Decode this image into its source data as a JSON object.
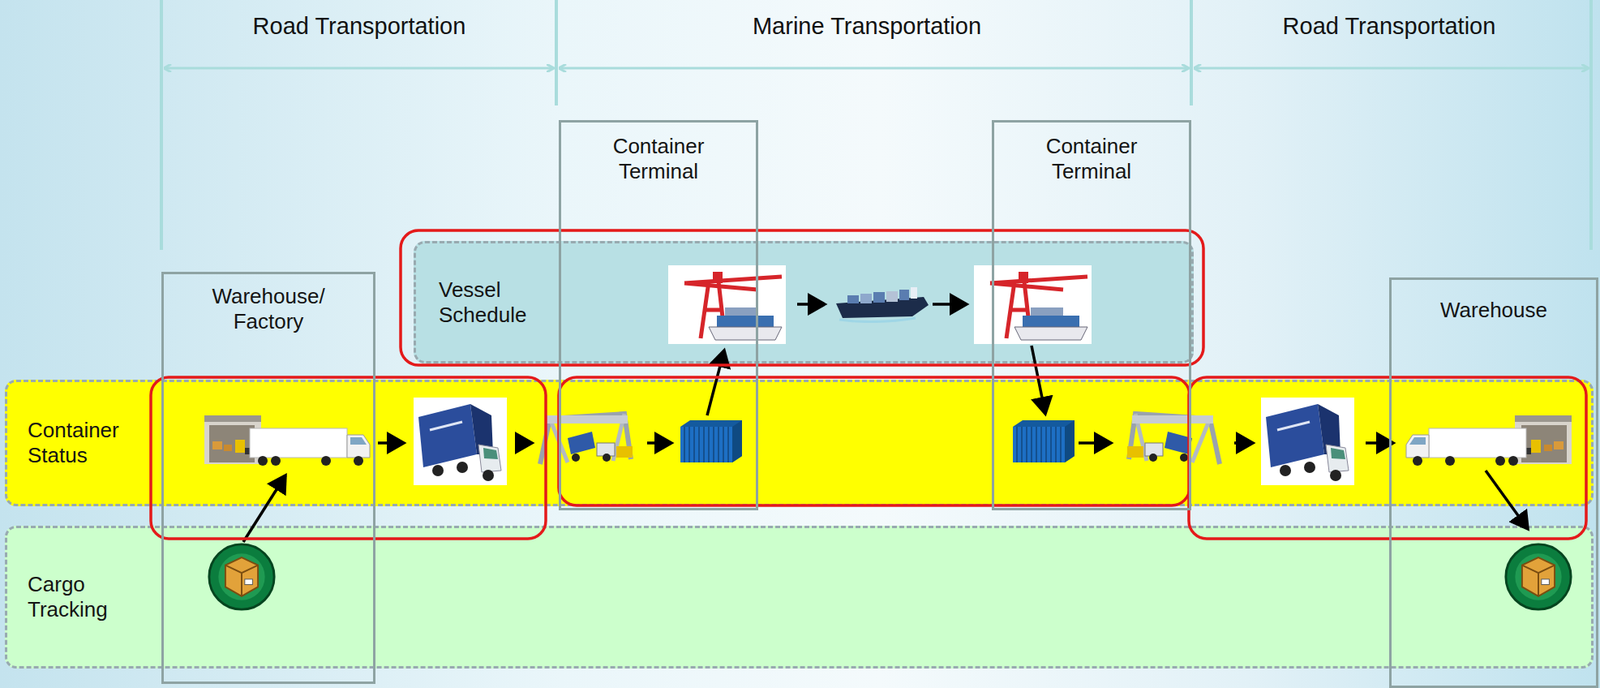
{
  "diagram": {
    "nodes": [
      {
        "text": [
          "Container Terminal"
        ]
      },
      {
        "text": [
          "Container Terminal"
        ]
      },
      {
        "text": [
          "Vessel Schedule"
        ]
      },
      {
        "text": [
          "Warehouse/ Factory"
        ]
      },
      {
        "text": [
          "Warehouse"
        ]
      },
      {
        "text": [
          "Container Status"
        ]
      },
      {
        "text": [
          "Cargo Tracking"
        ]
      }
    ],
    "labels": [
      "Road Transportation",
      "Marine Transportation",
      "Road Transportation"
    ]
  }
}
